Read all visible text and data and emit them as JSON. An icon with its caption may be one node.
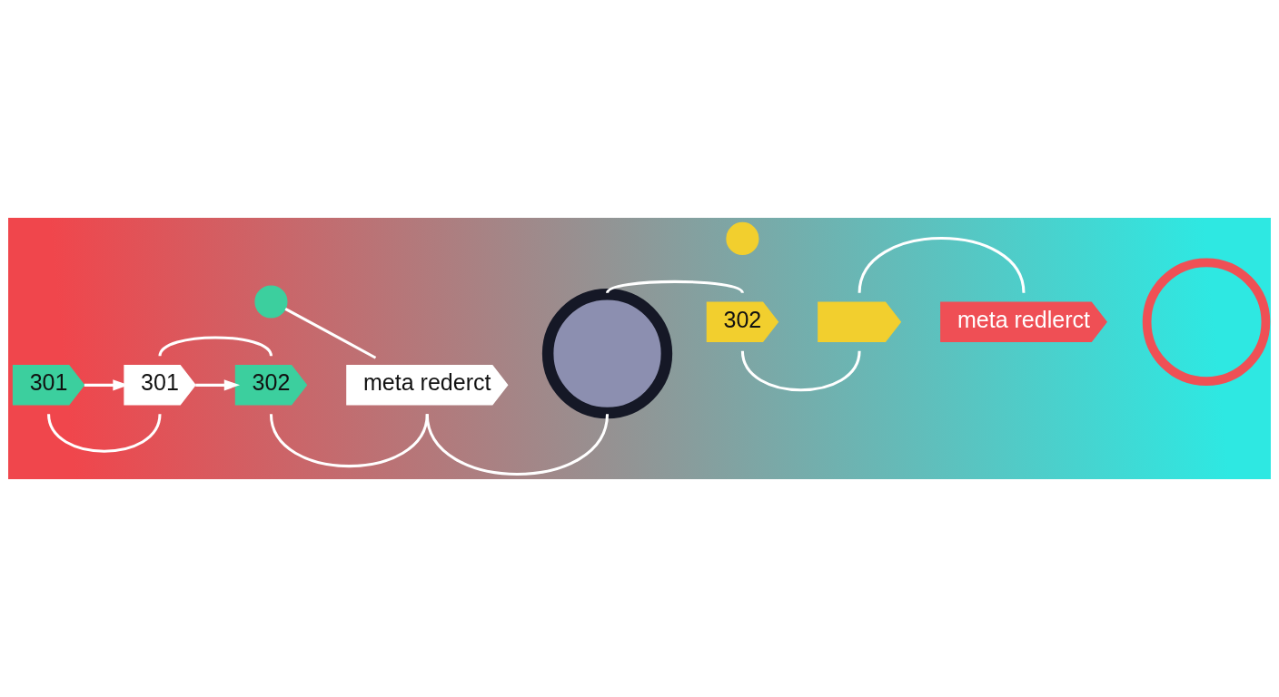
{
  "diagram": {
    "nodes": [
      {
        "text": [
          "301"
        ]
      },
      {
        "text": [
          "301"
        ]
      },
      {
        "text": [
          "302"
        ]
      },
      {
        "text": [],
        "shape": "circle"
      },
      {
        "text": [
          "meta rederct"
        ]
      },
      {
        "text": [],
        "shape": "circle"
      },
      {
        "text": [],
        "shape": "circle"
      },
      {
        "text": [
          "302"
        ]
      },
      {
        "text": [],
        "shape": "arrow"
      },
      {
        "text": [
          "meta redlerct"
        ]
      },
      {
        "text": [],
        "shape": "circle"
      }
    ],
    "edges": [
      {
        "from": 0,
        "to": 1,
        "arrow": "to"
      },
      {
        "from": 0,
        "to": 1,
        "arrow": "none"
      },
      {
        "from": 1,
        "to": 2,
        "arrow": "to"
      },
      {
        "from": 1,
        "to": 2,
        "arrow": "none"
      },
      {
        "from": 2,
        "to": 4,
        "arrow": "none"
      },
      {
        "from": 3,
        "to": 4,
        "arrow": "none"
      },
      {
        "from": 4,
        "to": 5,
        "arrow": "none"
      },
      {
        "from": 5,
        "to": 7,
        "arrow": "none"
      },
      {
        "from": 7,
        "to": 8,
        "arrow": "none"
      },
      {
        "from": 8,
        "to": 9,
        "arrow": "none"
      }
    ]
  }
}
